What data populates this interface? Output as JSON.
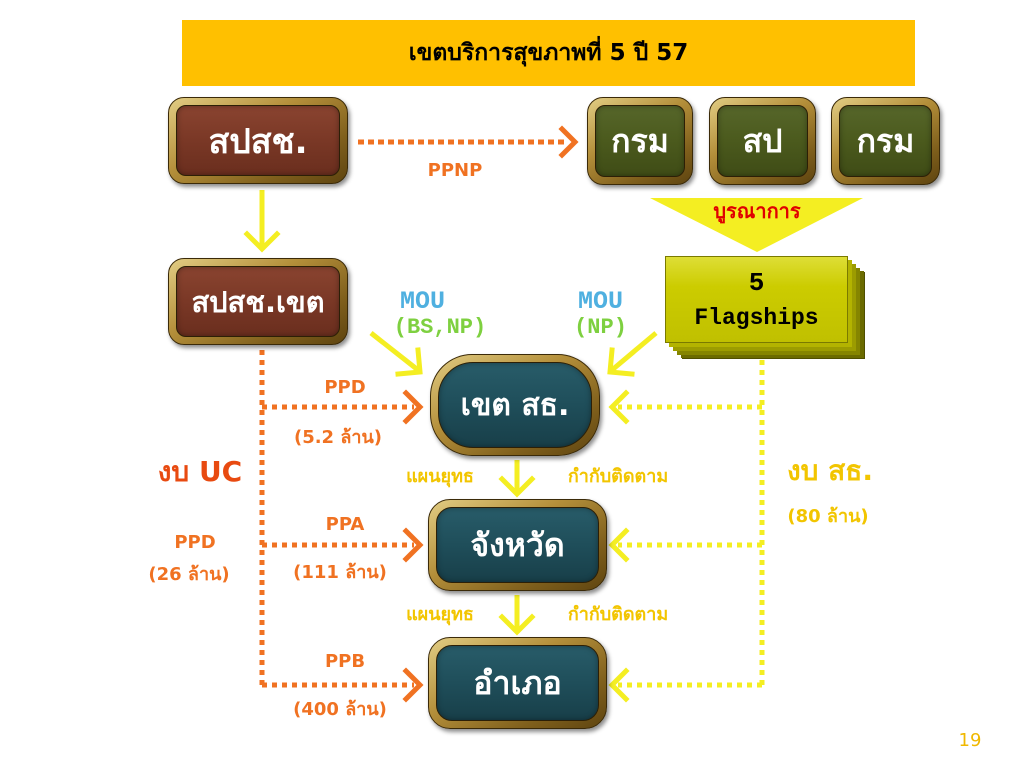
{
  "title": "เขตบริการสุขภาพที่ 5 ปี 57",
  "national": {
    "nhso": "สปสช.",
    "ppnp_label": "PPNP",
    "departments": [
      {
        "label": "กรม"
      },
      {
        "label": "สป"
      },
      {
        "label": "กรม"
      }
    ],
    "integration_label": "บูรณาการ"
  },
  "nhso_region": "สปสช.เขต",
  "mou_left": {
    "label": "MOU",
    "parties": "(BS,NP)"
  },
  "mou_right": {
    "label": "MOU",
    "parties": "(NP)"
  },
  "flagships": {
    "count": "5",
    "label": "Flagships"
  },
  "levels": [
    {
      "name": "เขต สธ.",
      "fund_code": "PPD",
      "fund_amount": "(5.2 ล้าน)"
    },
    {
      "name": "จังหวัด",
      "fund_code": "PPA",
      "fund_amount": "(111 ล้าน)"
    },
    {
      "name": "อำเภอ",
      "fund_code": "PPB",
      "fund_amount": "(400 ล้าน)"
    }
  ],
  "cascade_links": [
    {
      "left": "แผนยุทธ",
      "right": "กำกับติดตาม"
    },
    {
      "left": "แผนยุทธ",
      "right": "กำกับติดตาม"
    }
  ],
  "uc_budget": {
    "title": "งบ UC",
    "code": "PPD",
    "amount": "(26 ล้าน)"
  },
  "moph_budget": {
    "title": "งบ สธ.",
    "amount": "(80 ล้าน)"
  },
  "page_number": "19",
  "colors": {
    "title_bar": "#FFC000",
    "nhso_box": "#7A3826",
    "department_box": "#4B5A1D",
    "level_box": "#1F4E5A",
    "flagship_box": "#CCCC00",
    "uc_flow": "#F07222",
    "moph_flow": "#F4EE22",
    "mou_label": "#4FB0E0",
    "mou_parties": "#7ED040",
    "integration_text": "#E00000",
    "uc_title": "#E84A10",
    "moph_text": "#F2C500",
    "page_number": "#F0B800"
  }
}
